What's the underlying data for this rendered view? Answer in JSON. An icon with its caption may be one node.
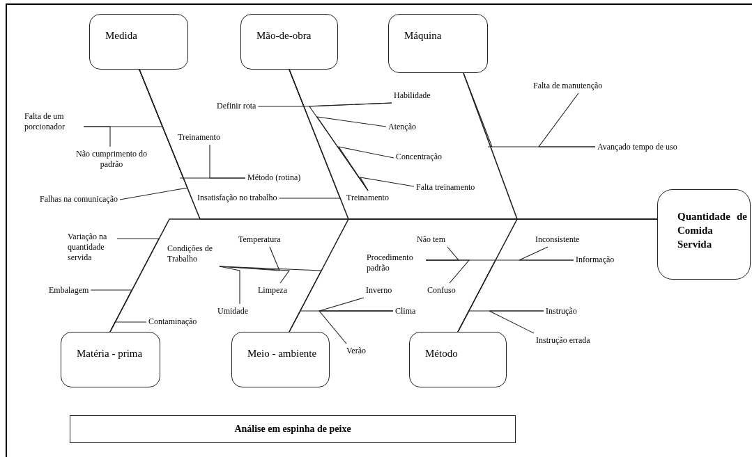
{
  "diagram": {
    "caption": "Análise em espinha de peixe",
    "nodes": [
      {
        "text": [
          "Medida"
        ]
      },
      {
        "text": [
          "Mão-de-obra"
        ]
      },
      {
        "text": [
          "Máquina"
        ]
      },
      {
        "text": [
          "Quantidade de Comida Servida"
        ]
      },
      {
        "text": [
          "Matéria - prima"
        ]
      },
      {
        "text": [
          "Meio - ambiente"
        ]
      },
      {
        "text": [
          "Método"
        ]
      },
      {
        "text": [
          "Falta de um porcionador"
        ]
      },
      {
        "text": [
          "Não cumprimento do padrão"
        ]
      },
      {
        "text": [
          "Treinamento"
        ]
      },
      {
        "text": [
          "Método (rotina)"
        ]
      },
      {
        "text": [
          "Falhas na comunicação"
        ]
      },
      {
        "text": [
          "Insatisfação no trabalho"
        ]
      },
      {
        "text": [
          "Definir rota"
        ]
      },
      {
        "text": [
          "Habilidade"
        ]
      },
      {
        "text": [
          "Atenção"
        ]
      },
      {
        "text": [
          "Concentração"
        ]
      },
      {
        "text": [
          "Falta treinamento"
        ]
      },
      {
        "text": [
          "Treinamento"
        ]
      },
      {
        "text": [
          "Falta de manutenção"
        ]
      },
      {
        "text": [
          "Avançado tempo de uso"
        ]
      },
      {
        "text": [
          "Variação na quantidade servida"
        ]
      },
      {
        "text": [
          "Embalagem"
        ]
      },
      {
        "text": [
          "Contaminação"
        ]
      },
      {
        "text": [
          "Temperatura"
        ]
      },
      {
        "text": [
          "Condições de Trabalho"
        ]
      },
      {
        "text": [
          "Limpeza"
        ]
      },
      {
        "text": [
          "Umidade"
        ]
      },
      {
        "text": [
          "Não tem"
        ]
      },
      {
        "text": [
          "Procedimento padrão"
        ]
      },
      {
        "text": [
          "Inconsistente"
        ]
      },
      {
        "text": [
          "Informação"
        ]
      },
      {
        "text": [
          "Confuso"
        ]
      },
      {
        "text": [
          "Inverno"
        ]
      },
      {
        "text": [
          "Clima"
        ]
      },
      {
        "text": [
          "Verão"
        ]
      },
      {
        "text": [
          "Instrução"
        ]
      },
      {
        "text": [
          "Instrução errada"
        ]
      }
    ],
    "edges": [
      {
        "from": 0,
        "to": 3,
        "arrow": "none"
      },
      {
        "from": 1,
        "to": 3,
        "arrow": "none"
      },
      {
        "from": 2,
        "to": 3,
        "arrow": "none"
      },
      {
        "from": 4,
        "to": 3,
        "arrow": "none"
      },
      {
        "from": 5,
        "to": 3,
        "arrow": "none"
      },
      {
        "from": 6,
        "to": 3,
        "arrow": "none"
      },
      {
        "from": 7,
        "to": 0,
        "arrow": "none"
      },
      {
        "from": 8,
        "to": 7,
        "arrow": "none"
      },
      {
        "from": 9,
        "to": 10,
        "arrow": "none"
      },
      {
        "from": 10,
        "to": 0,
        "arrow": "none"
      },
      {
        "from": 11,
        "to": 0,
        "arrow": "none"
      },
      {
        "from": 12,
        "to": 1,
        "arrow": "none"
      },
      {
        "from": 13,
        "to": 1,
        "arrow": "none"
      },
      {
        "from": 14,
        "to": 1,
        "arrow": "none"
      },
      {
        "from": 18,
        "to": 14,
        "arrow": "none"
      },
      {
        "from": 15,
        "to": 18,
        "arrow": "none"
      },
      {
        "from": 16,
        "to": 18,
        "arrow": "none"
      },
      {
        "from": 17,
        "to": 18,
        "arrow": "none"
      },
      {
        "from": 20,
        "to": 2,
        "arrow": "none"
      },
      {
        "from": 19,
        "to": 20,
        "arrow": "none"
      },
      {
        "from": 21,
        "to": 4,
        "arrow": "none"
      },
      {
        "from": 22,
        "to": 4,
        "arrow": "none"
      },
      {
        "from": 23,
        "to": 4,
        "arrow": "none"
      },
      {
        "from": 25,
        "to": 5,
        "arrow": "none"
      },
      {
        "from": 27,
        "to": 25,
        "arrow": "none"
      },
      {
        "from": 24,
        "to": 25,
        "arrow": "none"
      },
      {
        "from": 26,
        "to": 25,
        "arrow": "none"
      },
      {
        "from": 34,
        "to": 5,
        "arrow": "none"
      },
      {
        "from": 33,
        "to": 34,
        "arrow": "none"
      },
      {
        "from": 35,
        "to": 34,
        "arrow": "none"
      },
      {
        "from": 29,
        "to": 6,
        "arrow": "none"
      },
      {
        "from": 31,
        "to": 6,
        "arrow": "none"
      },
      {
        "from": 28,
        "to": 29,
        "arrow": "none"
      },
      {
        "from": 32,
        "to": 29,
        "arrow": "none"
      },
      {
        "from": 30,
        "to": 31,
        "arrow": "none"
      },
      {
        "from": 36,
        "to": 6,
        "arrow": "none"
      },
      {
        "from": 37,
        "to": 36,
        "arrow": "none"
      }
    ]
  }
}
